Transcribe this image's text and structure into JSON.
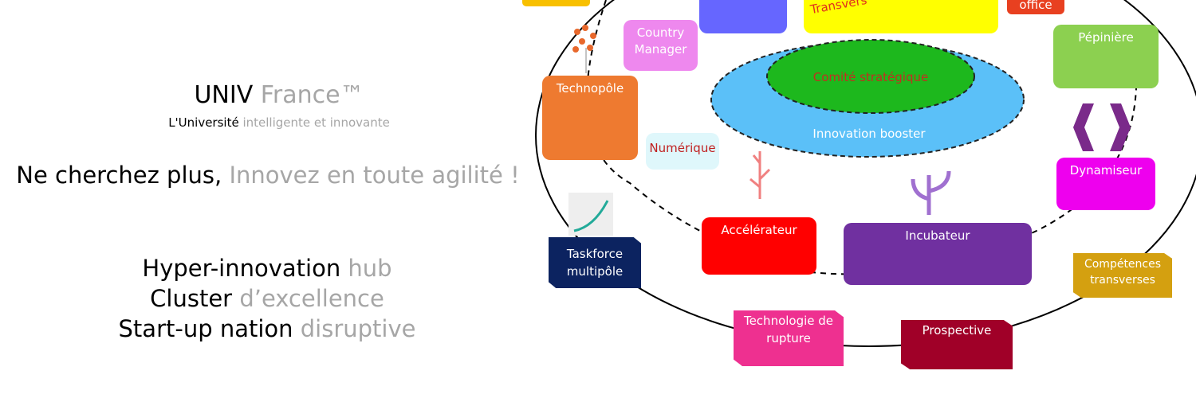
{
  "left": {
    "brand_main": "UNIV",
    "brand_sub": "France™",
    "tagline_bold": "L'Université",
    "tagline_rest": "intelligente et innovante",
    "slogan_main": "Ne cherchez plus,",
    "slogan_rest": "Innovez en toute agilité !",
    "lines": [
      {
        "main": "Hyper-innovation",
        "rest": "hub"
      },
      {
        "main": "Cluster",
        "rest": "d’excellence"
      },
      {
        "main": "Start-up nation",
        "rest": "disruptive"
      }
    ]
  },
  "diagram": {
    "country_manager": "Country Manager",
    "technopole": "Technopôle",
    "numerique": "Numérique",
    "comite": "Comité stratégique",
    "booster": "Innovation booster",
    "transversal": "Transvers",
    "office": "office",
    "pepiniere": "Pépinière",
    "dynamiseur": "Dynamiseur",
    "accelerateur": "Accélérateur",
    "incubateur": "Incubateur",
    "taskforce": "Taskforce multipôle",
    "competences": "Compétences transverses",
    "technologie": "Technologie de rupture",
    "prospective": "Prospective"
  }
}
